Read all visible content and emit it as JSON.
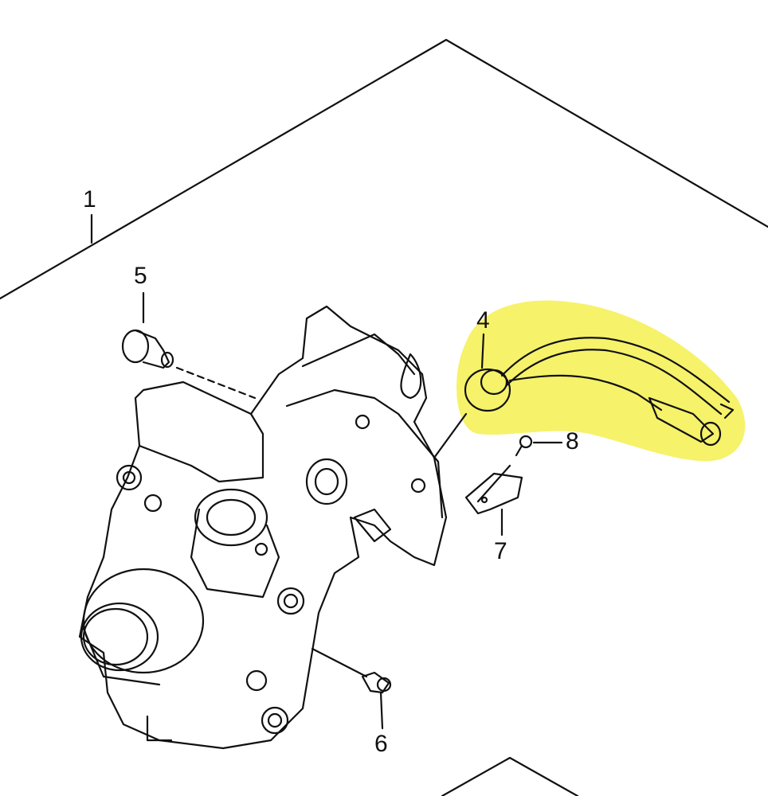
{
  "diagram": {
    "callouts": [
      {
        "id": "1",
        "part": "compressor-assembly"
      },
      {
        "id": "5",
        "part": "plug"
      },
      {
        "id": "4",
        "part": "thermo-switch-harness"
      },
      {
        "id": "8",
        "part": "screw"
      },
      {
        "id": "7",
        "part": "clamp"
      },
      {
        "id": "6",
        "part": "bolt"
      }
    ],
    "highlight_color": "#f6f26a",
    "line_color": "#111111"
  }
}
